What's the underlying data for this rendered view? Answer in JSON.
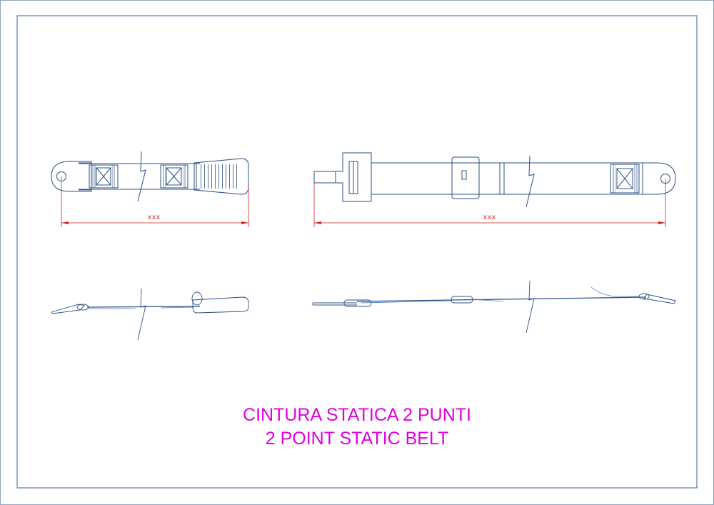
{
  "colors": {
    "outline": "#2b4f86",
    "frame": "#3d5f93",
    "dimension": "#d42020",
    "title": "#e000e0"
  },
  "views": {
    "buckle_side": {
      "dimension_label": "xxx"
    },
    "tongue_side": {
      "dimension_label": "xxx"
    }
  },
  "title": {
    "line1": "CINTURA STATICA 2 PUNTI",
    "line2": "2 POINT STATIC BELT"
  }
}
